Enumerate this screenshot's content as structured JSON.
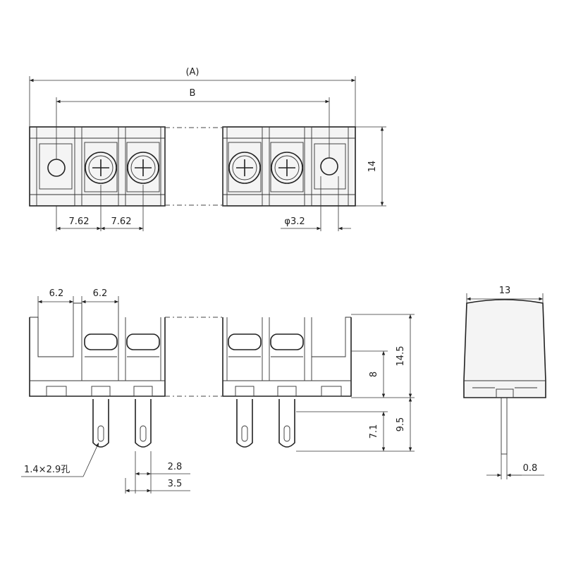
{
  "dimensions": {
    "overall_length": "(A)",
    "pitch_span": "B",
    "height_top": "14",
    "pitch_1": "7.62",
    "pitch_2": "7.62",
    "hole_dia": "φ3.2",
    "barrier_1": "6.2",
    "barrier_2": "6.2",
    "total_height": "14.5",
    "terminal_height": "8",
    "pin_length": "9.5",
    "pin_visible": "7.1",
    "slot_size": "1.4×2.9孔",
    "pin_width": "2.8",
    "pin_outer": "3.5",
    "depth": "13",
    "pin_thickness": "0.8"
  },
  "colors": {
    "line": "#222222",
    "background": "#ffffff"
  }
}
